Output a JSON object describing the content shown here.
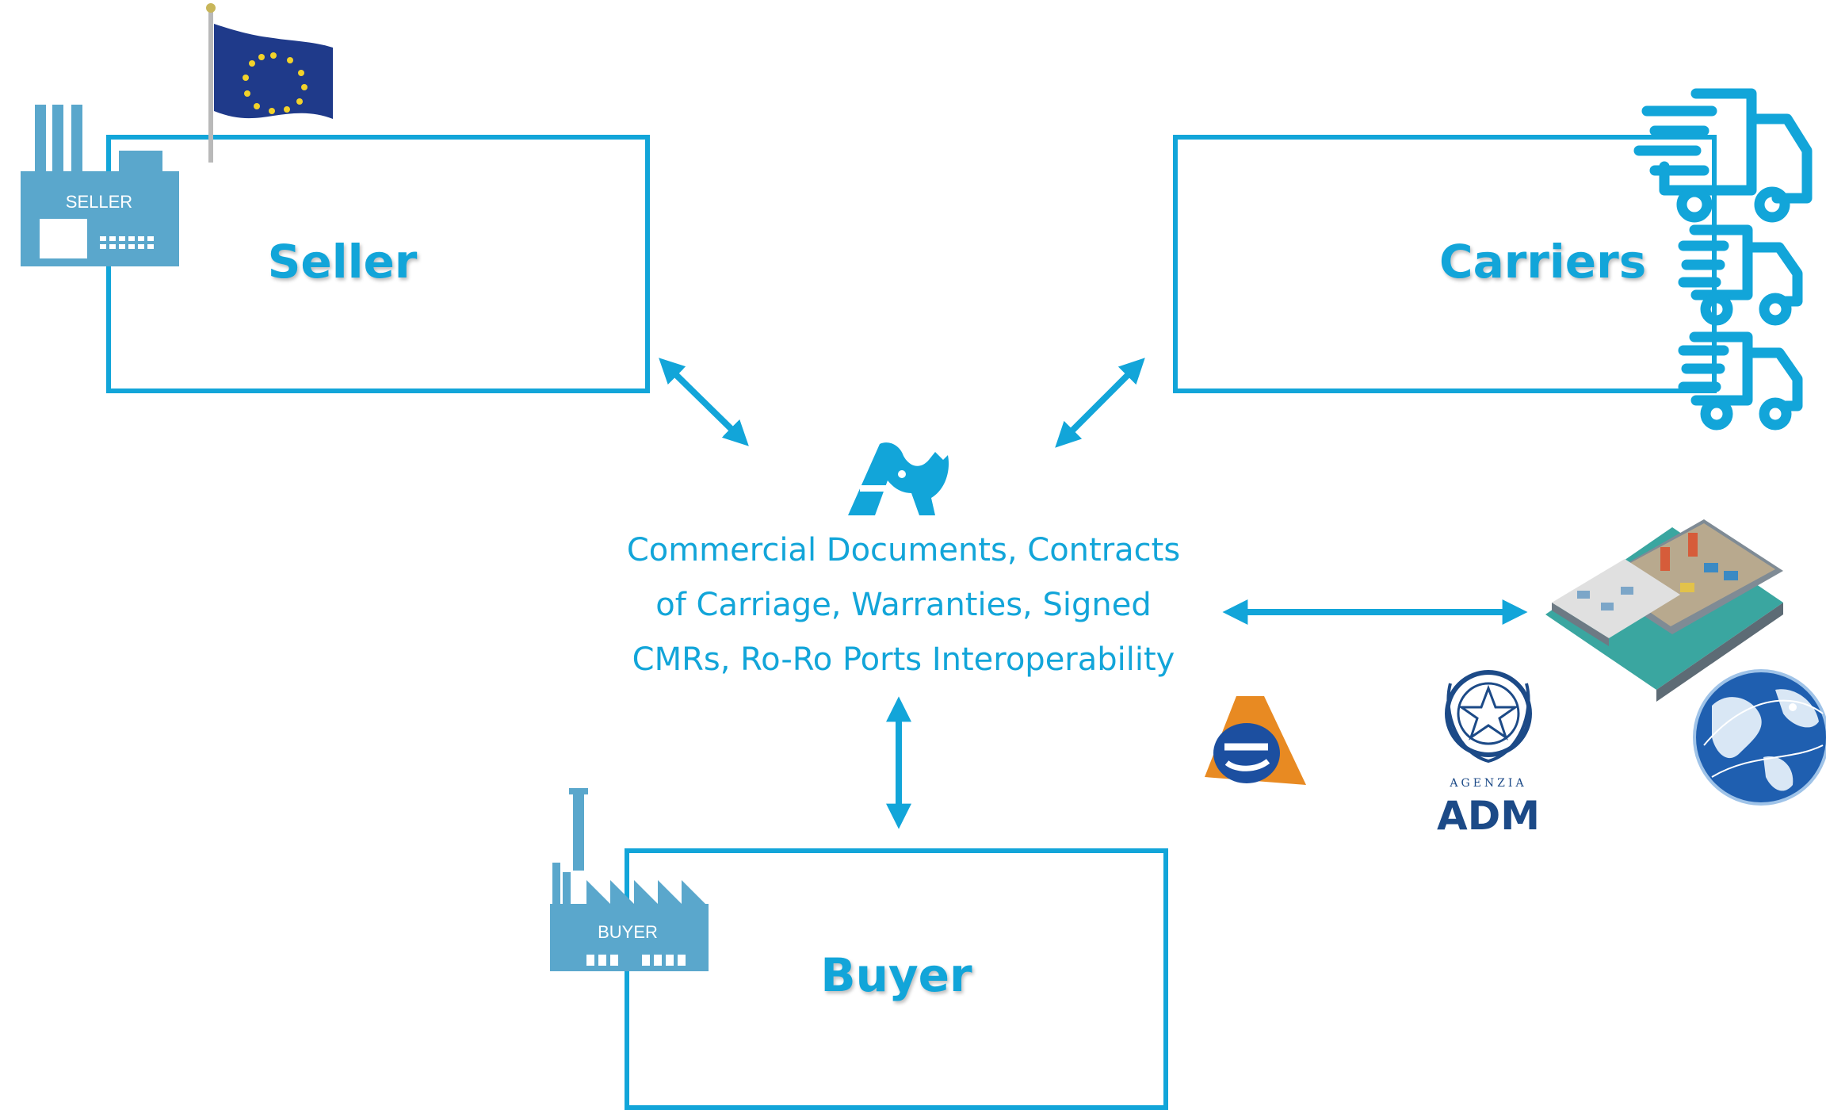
{
  "seller": {
    "label": "Seller",
    "icon_label": "SELLER"
  },
  "carriers": {
    "label": "Carriers"
  },
  "buyer": {
    "label": "Buyer",
    "icon_label": "BUYER"
  },
  "center": {
    "lines": [
      "Commercial Documents, Contracts",
      "of Carriage, Warranties, Signed",
      "CMRs, Ro-Ro Ports Interoperability"
    ]
  },
  "logos": {
    "agenzia": "AGENZIA",
    "adm": "ADM"
  },
  "colors": {
    "accent": "#12a5d9",
    "factory": "#5aa7cc",
    "adm_blue": "#1c4a87"
  }
}
